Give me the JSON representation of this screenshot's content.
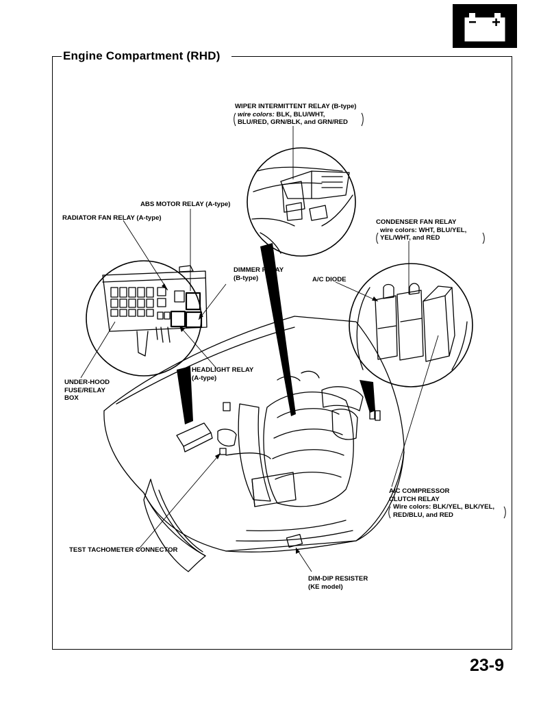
{
  "title": "Engine Compartment (RHD)",
  "page_number": "23-9",
  "section_icon": "battery-icon",
  "callouts": {
    "wiper_relay": {
      "title": "WIPER INTERMITTENT RELAY (B-type)",
      "wire_prefix": "wire colors:",
      "wire_line1": " BLK, BLU/WHT,",
      "wire_line2": "BLU/RED, GRN/BLK, and GRN/RED"
    },
    "abs_relay": "ABS MOTOR RELAY (A-type)",
    "radiator_relay": "RADIATOR FAN RELAY (A-type)",
    "condenser_relay": {
      "title": "CONDENSER FAN RELAY",
      "line1": "wire colors: WHT, BLU/YEL,",
      "line2": "YEL/WHT, and RED"
    },
    "dimmer_relay": {
      "line1": "DIMMER RELAY",
      "line2": "(B-type)"
    },
    "ac_diode": "A/C DIODE",
    "headlight_relay": {
      "line1": "HEADLIGHT RELAY",
      "line2": "(A-type)"
    },
    "fuse_box": {
      "line1": "UNDER-HOOD",
      "line2": "FUSE/RELAY",
      "line3": "BOX"
    },
    "ac_compressor": {
      "line1": "A/C COMPRESSOR",
      "line2": "CLUTCH RELAY",
      "line3": "Wire colors: BLK/YEL, BLK/YEL,",
      "line4": "RED/BLU, and RED"
    },
    "tacho": "TEST TACHOMETER CONNECTOR",
    "dimdip": {
      "line1": "DIM-DIP RESISTER",
      "line2": "(KE model)"
    }
  }
}
